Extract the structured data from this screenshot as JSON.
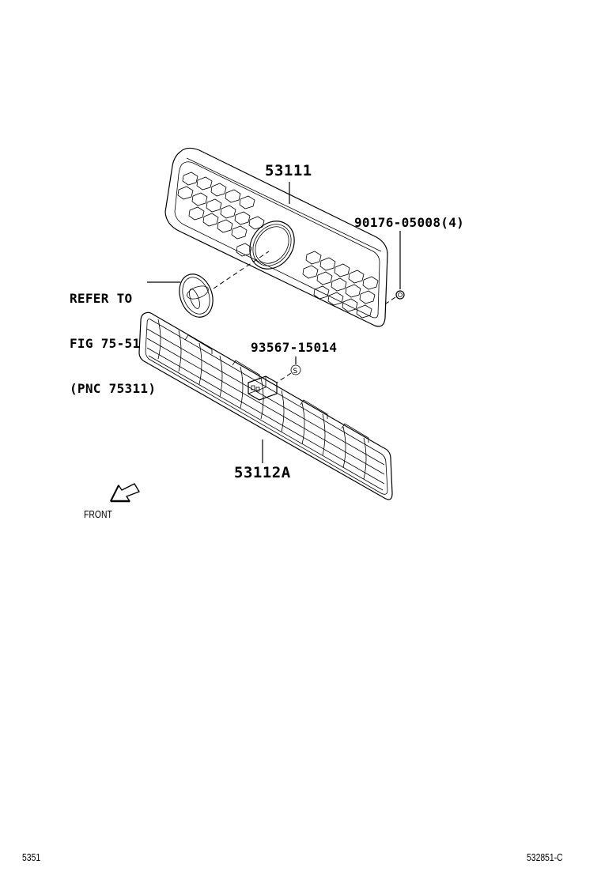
{
  "diagram": {
    "type": "parts-exploded-view",
    "subject": "Front radiator grille assembly",
    "parts": [
      {
        "id": "upper-grille",
        "callout": "53111"
      },
      {
        "id": "grille-clip",
        "callout": "90176-05008(4)"
      },
      {
        "id": "bracket-nut",
        "callout": "93567-15014"
      },
      {
        "id": "lower-grille",
        "callout": "53112A"
      }
    ],
    "emblem_reference": {
      "line1": "REFER TO",
      "line2": "FIG 75-51",
      "line3": "(PNC 75311)"
    },
    "direction": {
      "label": "FRONT",
      "icon": "arrow-down-left-icon"
    },
    "footer": {
      "left_code": "5351",
      "right_code": "532851-C"
    }
  }
}
